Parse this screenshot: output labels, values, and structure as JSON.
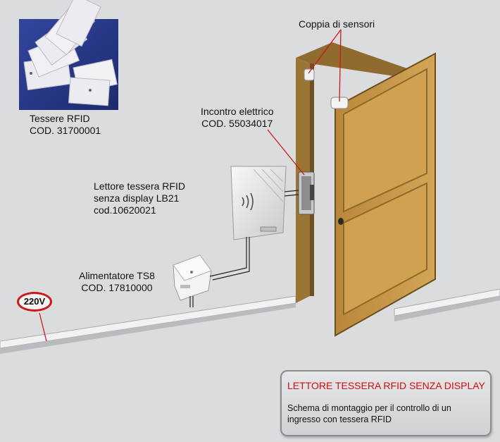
{
  "labels": {
    "cards": {
      "line1": "Tessere RFID",
      "line2": "COD. 31700001"
    },
    "sensors": "Coppia di sensori",
    "strike": {
      "line1": "Incontro elettrico",
      "line2": "COD. 55034017"
    },
    "reader": {
      "line1": "Lettore tessera RFID",
      "line2": "senza display LB21",
      "line3": "cod.10620021"
    },
    "psu": {
      "line1": "Alimentatore TS8",
      "line2": "COD. 17810000"
    },
    "voltage": "220V"
  },
  "info_box": {
    "title": "LETTORE TESSERA RFID SENZA DISPLAY",
    "description": "Schema di montaggio per il controllo di un ingresso con tessera RFID"
  },
  "colors": {
    "wall": "#dadcde",
    "door": "#c99a48",
    "frame": "#8e6a30",
    "accent_red": "#d01818",
    "photo_bg": "#2b3c8f"
  }
}
